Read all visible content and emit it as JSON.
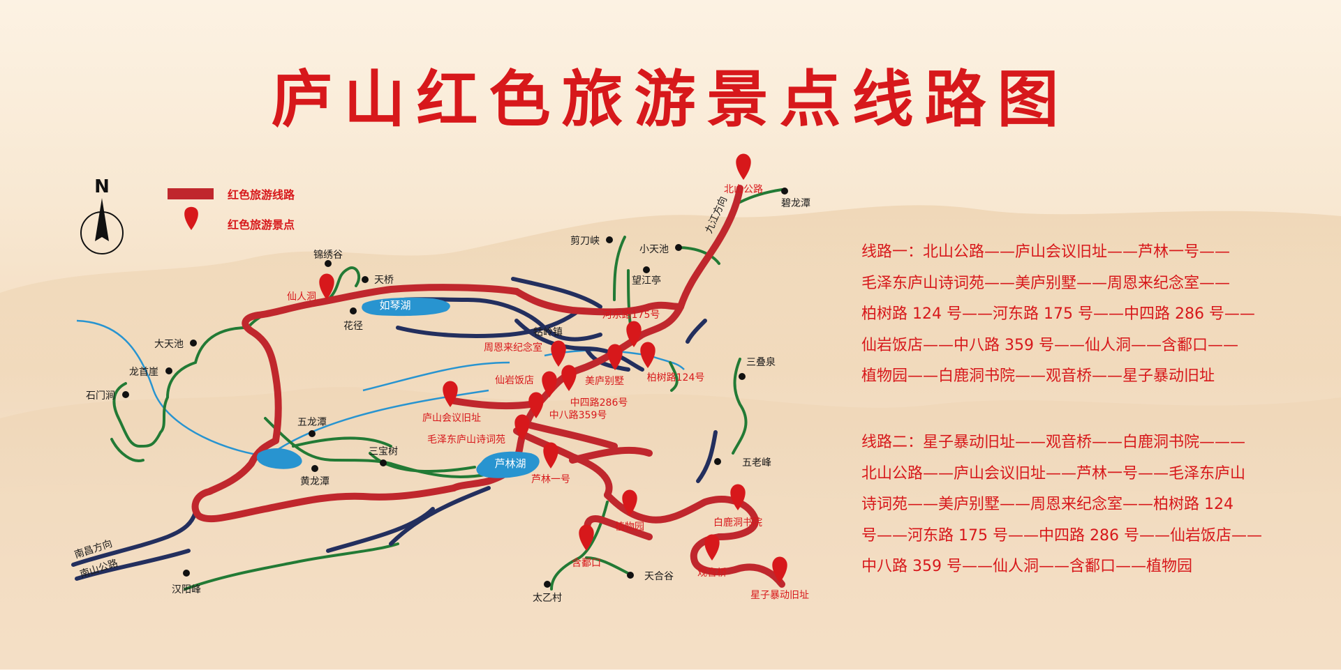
{
  "title": "庐山红色旅游景点线路图",
  "colors": {
    "route_red": "#c0272d",
    "text_red": "#d7181b",
    "road_navy": "#232f5e",
    "trail_green": "#227a35",
    "water_blue": "#2894d0",
    "black_dot": "#111111"
  },
  "compass": {
    "north_label": "N"
  },
  "legend": {
    "route_label": "红色旅游线路",
    "spot_label": "红色旅游景点"
  },
  "map": {
    "spots": [
      {
        "key": "beishan",
        "label": "北山公路"
      },
      {
        "key": "xianrendong",
        "label": "仙人洞"
      },
      {
        "key": "hedong",
        "label": "河东路175号"
      },
      {
        "key": "zhouenlai",
        "label": "周恩来纪念室"
      },
      {
        "key": "baishu",
        "label": "柏树路124号"
      },
      {
        "key": "meilu",
        "label": "美庐别墅"
      },
      {
        "key": "xianyan",
        "label": "仙岩饭店"
      },
      {
        "key": "zhongsi",
        "label": "中四路286号"
      },
      {
        "key": "zhongba",
        "label": "中八路359号"
      },
      {
        "key": "huiyi",
        "label": "庐山会议旧址"
      },
      {
        "key": "maozedong",
        "label": "毛泽东庐山诗词苑"
      },
      {
        "key": "lulin",
        "label": "芦林一号"
      },
      {
        "key": "zhiwuyuan",
        "label": "植物园"
      },
      {
        "key": "hanpokou",
        "label": "含鄱口"
      },
      {
        "key": "bailudong",
        "label": "白鹿洞书院"
      },
      {
        "key": "guanyinqiao",
        "label": "观音桥"
      },
      {
        "key": "xingzi",
        "label": "星子暴动旧址"
      }
    ],
    "places": [
      {
        "key": "jinxiugu",
        "label": "锦绣谷"
      },
      {
        "key": "tianqiao",
        "label": "天桥"
      },
      {
        "key": "huajing",
        "label": "花径"
      },
      {
        "key": "datianchi",
        "label": "大天池"
      },
      {
        "key": "longshouya",
        "label": "龙首崖"
      },
      {
        "key": "shimenjian",
        "label": "石门涧"
      },
      {
        "key": "wulongtan",
        "label": "五龙潭"
      },
      {
        "key": "huanglongtan",
        "label": "黄龙潭"
      },
      {
        "key": "sanbaoshu",
        "label": "三宝树"
      },
      {
        "key": "jiandaoxia",
        "label": "剪刀峡"
      },
      {
        "key": "xiaotianchi",
        "label": "小天池"
      },
      {
        "key": "wangjiangting",
        "label": "望江亭"
      },
      {
        "key": "bilongtan",
        "label": "碧龙潭"
      },
      {
        "key": "guling",
        "label": "牯岭镇"
      },
      {
        "key": "sandiequan",
        "label": "三叠泉"
      },
      {
        "key": "wulaofeng",
        "label": "五老峰"
      },
      {
        "key": "tianhegu",
        "label": "天合谷"
      },
      {
        "key": "taiyicun",
        "label": "太乙村"
      },
      {
        "key": "hanyangfeng",
        "label": "汉阳峰"
      }
    ],
    "lakes": [
      {
        "key": "ruqinhu",
        "label": "如琴湖"
      },
      {
        "key": "lulinhu",
        "label": "芦林湖"
      }
    ],
    "roads": [
      {
        "key": "jiujiang",
        "label": "九江方向"
      },
      {
        "key": "nanchang",
        "label": "南昌方向"
      },
      {
        "key": "nanshan",
        "label": "南山公路"
      }
    ]
  },
  "routes": [
    {
      "lines": [
        "线路一：北山公路——庐山会议旧址——芦林一号——",
        "毛泽东庐山诗词苑——美庐别墅——周恩来纪念室——",
        "柏树路 124 号——河东路 175 号——中四路 286 号——",
        "仙岩饭店——中八路  359  号——仙人洞——含鄱口——",
        "植物园——白鹿洞书院——观音桥——星子暴动旧址"
      ]
    },
    {
      "lines": [
        "线路二：星子暴动旧址——观音桥——白鹿洞书院———",
        "北山公路——庐山会议旧址——芦林一号——毛泽东庐山",
        "诗词苑——美庐别墅——周恩来纪念室——柏树路  124",
        "号——河东路 175 号——中四路 286 号——仙岩饭店——",
        "中八路 359 号——仙人洞——含鄱口——植物园"
      ]
    }
  ]
}
